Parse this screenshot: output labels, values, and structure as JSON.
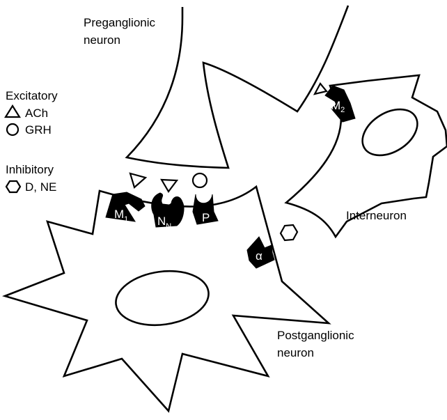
{
  "labels": {
    "preganglionic": [
      "Preganglionic",
      "neuron"
    ],
    "postganglionic": [
      "Postganglionic",
      "neuron"
    ],
    "interneuron": "Interneuron"
  },
  "legend": {
    "excitatory_heading": "Excitatory",
    "ach": "ACh",
    "grh": "GRH",
    "inhibitory_heading": "Inhibitory",
    "d_ne": "D, NE"
  },
  "receptors": {
    "m1": {
      "main": "M",
      "sub": "1"
    },
    "nn": {
      "main": "N",
      "sub": "N"
    },
    "p": {
      "main": "P"
    },
    "alpha": {
      "main": "α"
    },
    "m2": {
      "main": "M",
      "sub": "2"
    }
  },
  "colors": {
    "stroke": "#000000",
    "fill": "#ffffff",
    "receptor": "#000000"
  },
  "icons": [
    "triangle-icon",
    "circle-icon",
    "hexagon-icon"
  ]
}
